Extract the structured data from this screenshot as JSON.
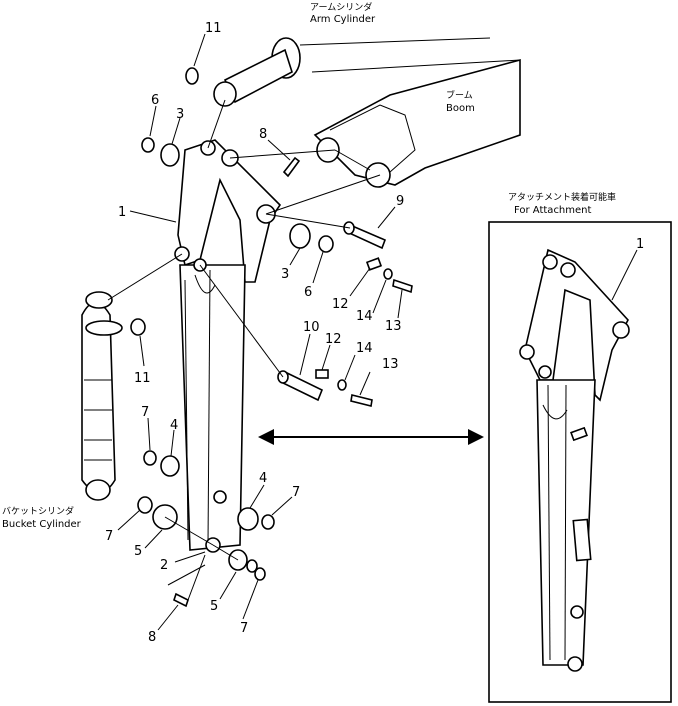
{
  "labels": {
    "arm_cylinder_jp": "アームシリンダ",
    "arm_cylinder_en": "Arm Cylinder",
    "boom_jp": "ブーム",
    "boom_en": "Boom",
    "bucket_cylinder_jp": "バケットシリンダ",
    "bucket_cylinder_en": "Bucket Cylinder",
    "attachment_jp": "アタッチメント装着可能車",
    "attachment_en": "For Attachment"
  },
  "callouts": {
    "c1": "1",
    "c1b": "1",
    "c2": "2",
    "c3a": "3",
    "c3b": "3",
    "c4a": "4",
    "c4b": "4",
    "c5a": "5",
    "c5b": "5",
    "c6a": "6",
    "c6b": "6",
    "c7a": "7",
    "c7b": "7",
    "c7c": "7",
    "c7d": "7",
    "c8a": "8",
    "c8b": "8",
    "c9": "9",
    "c10": "10",
    "c11a": "11",
    "c11b": "11",
    "c12a": "12",
    "c12b": "12",
    "c13a": "13",
    "c13b": "13",
    "c14a": "14",
    "c14b": "14"
  }
}
